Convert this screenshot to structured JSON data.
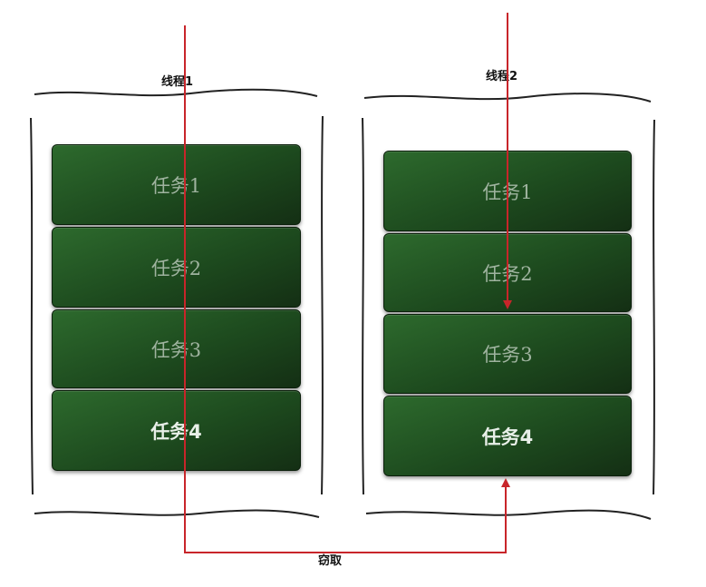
{
  "threads": [
    {
      "label": "线程1",
      "tasks": [
        "任务1",
        "任务2",
        "任务3",
        "任务4"
      ]
    },
    {
      "label": "线程2",
      "tasks": [
        "任务1",
        "任务2",
        "任务3",
        "任务4"
      ]
    }
  ],
  "arrow_label": "窃取",
  "colors": {
    "arrow": "#c8252a",
    "task_fill": "#1f4d20",
    "task_text": "#9fb39f"
  }
}
